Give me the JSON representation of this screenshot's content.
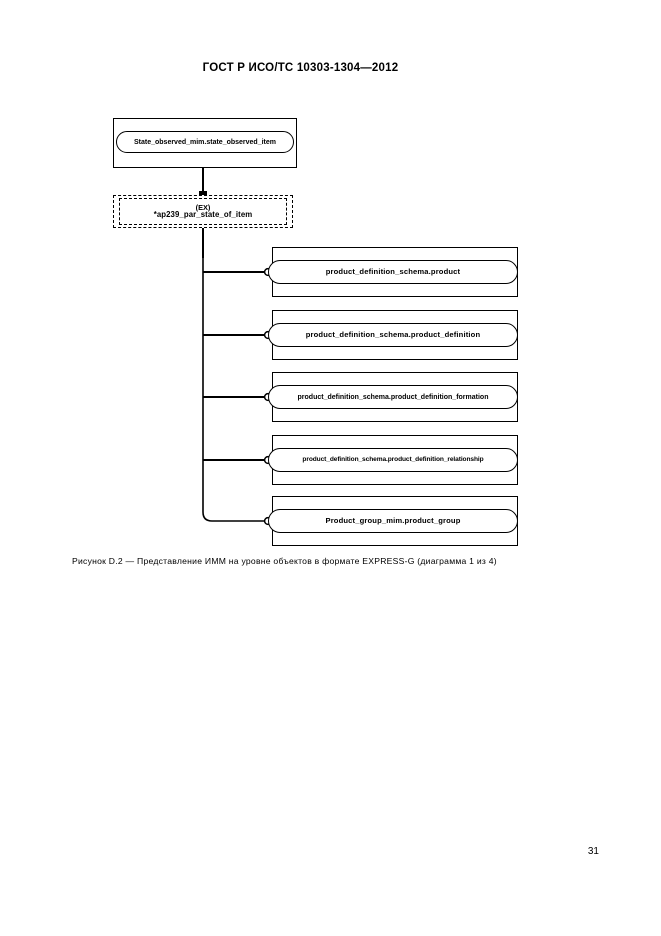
{
  "document": {
    "header": "ГОСТ Р ИСО/ТС 10303-1304—2012",
    "page_number": "31",
    "caption": "Рисунок  D.2 — Представление ИММ на уровне объектов в формате EXPRESS-G (диаграмма 1 из 4)"
  },
  "diagram": {
    "type": "EXPRESS-G schema diagram",
    "root_entity": {
      "label": "State_observed_mim.state_observed_item"
    },
    "schema_box": {
      "marker": "(EX)",
      "label": "*ap239_par_state_of_item"
    },
    "entities": [
      {
        "label": "product_definition_schema.product"
      },
      {
        "label": "product_definition_schema.product_definition"
      },
      {
        "label": "product_definition_schema.product_definition_formation"
      },
      {
        "label": "product_definition_schema.product_definition_relationship"
      },
      {
        "label": "Product_group_mim.product_group"
      }
    ],
    "colors": {
      "line": "#000000",
      "background": "#ffffff"
    }
  }
}
